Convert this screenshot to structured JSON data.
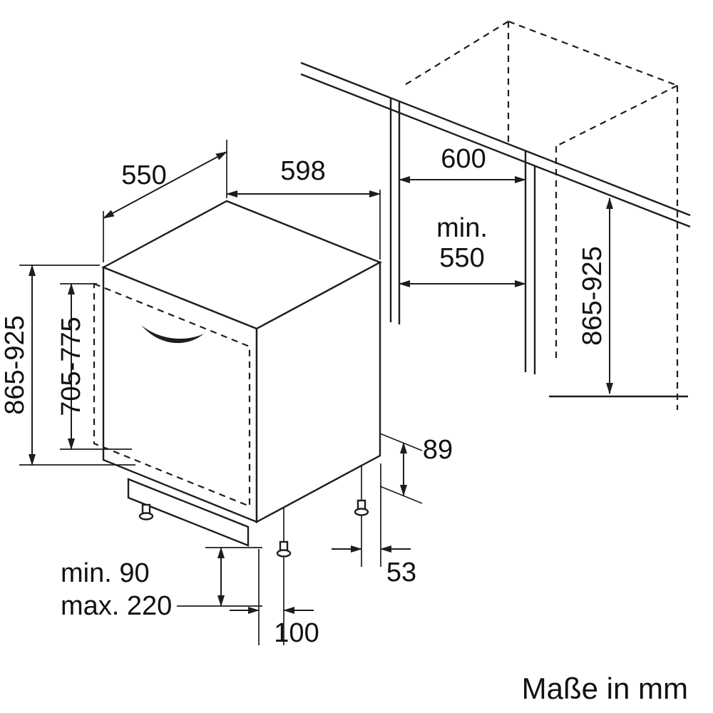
{
  "footer": {
    "units_note": "Maße in mm"
  },
  "appliance": {
    "dim_depth_top": "550",
    "dim_width_top": "598",
    "dim_height_left": "865-925",
    "dim_door_height": "705-775",
    "dim_base_height": "89",
    "dim_rear_foot_inset": "53",
    "dim_plinth_min": "min. 90",
    "dim_plinth_max": "max. 220",
    "dim_foot_inset": "100"
  },
  "niche": {
    "dim_width": "600",
    "dim_depth_line1": "min.",
    "dim_depth_line2": "550",
    "dim_height": "865-925"
  }
}
